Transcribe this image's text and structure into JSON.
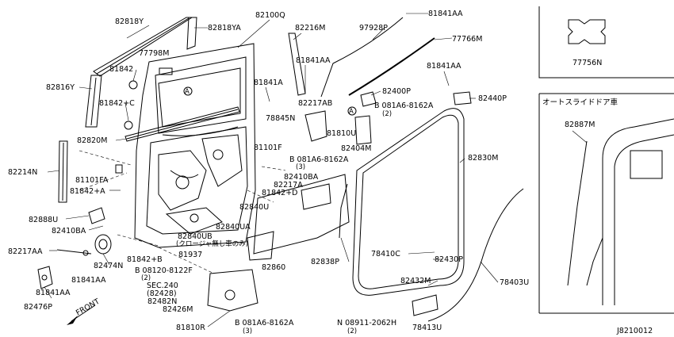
{
  "title_code": "J8210012",
  "inset_caption": "オートスライドドア車",
  "callouts": [
    "82818Y",
    "82818YA",
    "82100Q",
    "82216M",
    "97928P",
    "81841AA",
    "77766M",
    "77798M",
    "81842",
    "81842+C",
    "82816Y",
    "81841A",
    "81841AA",
    "81841AA",
    "82400P",
    "82440P",
    "82217AB",
    "B 081A6-8162A",
    "(2)",
    "78845N",
    "81810U",
    "82404M",
    "82820M",
    "81101F",
    "B 081A6-8162A",
    "(3)",
    "82410BA",
    "82830M",
    "82214N",
    "81101FA",
    "81842+A",
    "82217A",
    "81842+D",
    "82840U",
    "82888U",
    "82410BA",
    "82840UA",
    "82840UB",
    "(クロージャ無し車のみ)",
    "82217AA",
    "82474N",
    "81842+B",
    "81937",
    "82860",
    "82838P",
    "78410C",
    "82430P",
    "B 08120-8122F",
    "(2)",
    "SEC.240",
    "(82428)",
    "82482N",
    "81841AA",
    "82432M",
    "78403U",
    "82426M",
    "82476P",
    "81841AA",
    "81810R",
    "B 081A6-8162A",
    "(3)",
    "N 08911-2062H",
    "(2)",
    "78413U",
    "77756N",
    "82887M",
    "FRONT"
  ]
}
